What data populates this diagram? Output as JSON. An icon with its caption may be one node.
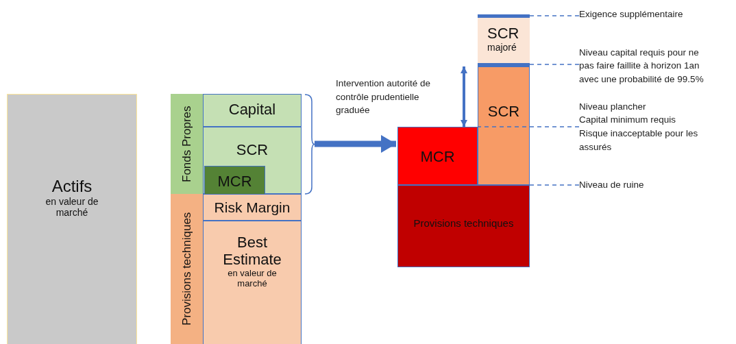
{
  "diagram": {
    "nodes": [
      {
        "text": [
          "Actifs",
          "en valeur de marché"
        ]
      },
      {
        "text": [
          "Fonds Propres"
        ]
      },
      {
        "text": [
          "Capital"
        ]
      },
      {
        "text": [
          "SCR"
        ]
      },
      {
        "text": [
          "MCR"
        ],
        "in": 3
      },
      {
        "text": [
          "Provisions techniques"
        ]
      },
      {
        "text": [
          "Risk Margin"
        ]
      },
      {
        "text": [
          "Best Estimate",
          "en valeur de marché"
        ]
      },
      {
        "text": [],
        "shape": "bar"
      },
      {
        "text": [
          "SCR",
          "majoré"
        ]
      },
      {
        "text": [],
        "shape": "bar"
      },
      {
        "text": [
          "SCR"
        ]
      },
      {
        "text": [
          "MCR"
        ]
      },
      {
        "text": [
          "Provisions techniques"
        ]
      },
      {
        "text": [
          "Exigence supplémentaire"
        ]
      },
      {
        "text": [
          "Niveau capital requis pour ne pas faire faillite à horizon 1an avec une probabilité de 99.5%"
        ]
      },
      {
        "text": [
          "Niveau plancher",
          "Capital minimum requis",
          "Risque inacceptable pour les assurés"
        ]
      },
      {
        "text": [
          "Niveau de ruine"
        ]
      },
      {
        "text": [],
        "shape": "bracket"
      }
    ],
    "edges": [
      {
        "from": 18,
        "to": 12,
        "arrow": "to",
        "style": "thick"
      },
      {
        "from": 14,
        "to": 8,
        "arrow": "none",
        "style": "dashed"
      },
      {
        "from": 15,
        "to": 10,
        "arrow": "none",
        "style": "dashed"
      },
      {
        "from": 16,
        "to": 12,
        "arrow": "none",
        "style": "dashed"
      },
      {
        "from": 17,
        "to": 13,
        "arrow": "none",
        "style": "dashed"
      },
      {
        "from": 10,
        "to": 12,
        "arrow": "both",
        "style": "thick"
      }
    ],
    "labels": [
      "Intervention autorité de contrôle prudentielle graduée"
    ]
  }
}
